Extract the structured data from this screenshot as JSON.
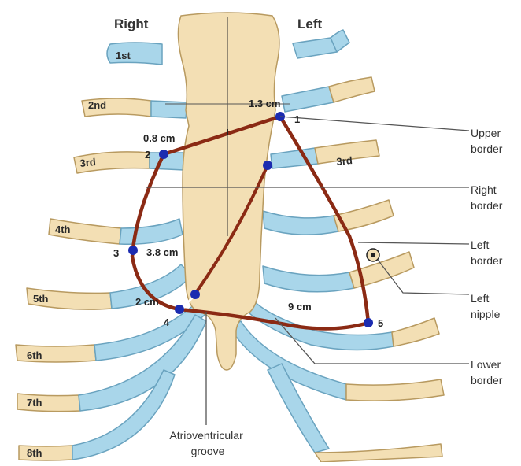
{
  "colors": {
    "bone": "#f3dfb4",
    "bone_stroke": "#b89a60",
    "cartilage": "#a9d6ea",
    "cartilage_stroke": "#6aa3bf",
    "outline": "#8b2a14",
    "point": "#1b2bb0",
    "leader": "#555555"
  },
  "sides": {
    "right": "Right",
    "left": "Left"
  },
  "ribs": {
    "r1": "1st",
    "r2": "2nd",
    "r3": "3rd",
    "r4": "4th",
    "r5": "5th",
    "r6": "6th",
    "r7": "7th",
    "r8": "8th",
    "l3": "3rd"
  },
  "measurements": {
    "m1": "1.3 cm",
    "m2": "0.8 cm",
    "m3": "3.8 cm",
    "m4": "2 cm",
    "m5": "9 cm"
  },
  "points": {
    "p1": "1",
    "p2": "2",
    "p3": "3",
    "p4": "4",
    "p5": "5"
  },
  "callouts": {
    "upper": [
      "Upper",
      "border"
    ],
    "right": [
      "Right",
      "border"
    ],
    "left": [
      "Left",
      "border"
    ],
    "nipple": [
      "Left",
      "nipple"
    ],
    "lower": [
      "Lower",
      "border"
    ]
  },
  "groove": [
    "Atrioventricular",
    "groove"
  ],
  "icons": {
    "nipple": "nipple-marker-icon"
  }
}
